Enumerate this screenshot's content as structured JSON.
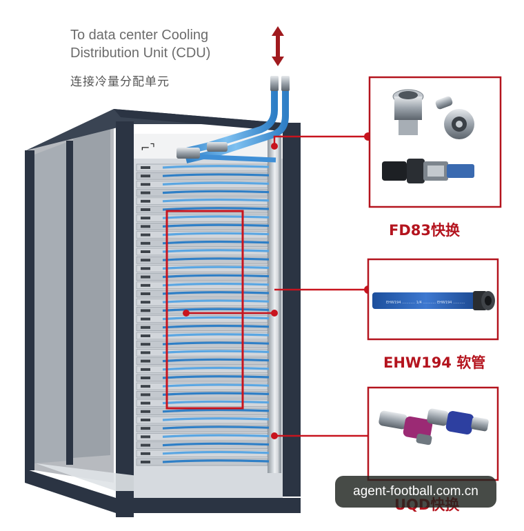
{
  "cdu": {
    "label_en_line1": "To data center Cooling",
    "label_en_line2": "Distribution Unit (CDU)",
    "label_zh": "连接冷量分配单元"
  },
  "callouts": [
    {
      "id": "fd83",
      "label": "FD83快换",
      "icon": "quick-coupling-icon"
    },
    {
      "id": "ehw194",
      "label": "EHW194 软管",
      "icon": "hose-icon",
      "hose_print": "EHW194 ............ 1/4 ............ EHW194 ..........."
    },
    {
      "id": "uqd",
      "label": "UQD快换",
      "icon": "uqd-coupling-icon"
    }
  ],
  "watermark": "agent-football.com.cn",
  "colors": {
    "callout_red": "#c8141e",
    "rack_frame": "#2b3443",
    "hose_blue": "#3f8fd6",
    "server_silver": "#c9ced4"
  }
}
